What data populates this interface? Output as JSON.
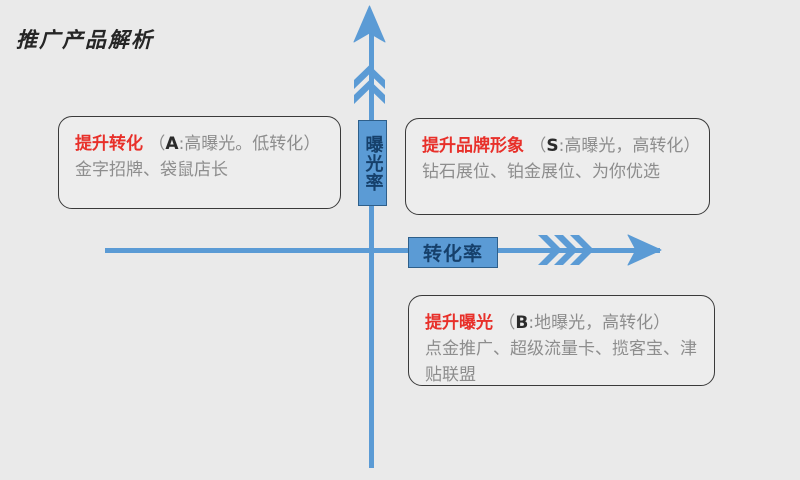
{
  "title": "推广产品解析",
  "axes": {
    "vertical": {
      "label": "曝光率",
      "icon": "up-arrow-icon",
      "color": "#5b9bd5"
    },
    "horizontal": {
      "label": "转化率",
      "icon": "right-arrow-icon",
      "color": "#5b9bd5"
    }
  },
  "colors": {
    "background": "#eaeaea",
    "accent_blue": "#5b9bd5",
    "accent_blue_dark": "#2e5f8a",
    "highlight_red": "#e8302a",
    "body_gray": "#8d8d8d",
    "box_border": "#3a3a3a"
  },
  "quadrants": [
    {
      "id": "A",
      "position": "top-left",
      "heading": "提升转化",
      "code": "A",
      "code_desc": ":高曝光。低转化",
      "paren_open": "（",
      "paren_close": "）",
      "products": "金字招牌、袋鼠店长"
    },
    {
      "id": "S",
      "position": "top-right",
      "heading": "提升品牌形象",
      "code": "S",
      "code_desc": ":高曝光，高转化",
      "paren_open": "（",
      "paren_close": "）",
      "products": "钻石展位、铂金展位、为你优选"
    },
    {
      "id": "B",
      "position": "bottom-right",
      "heading": "提升曝光",
      "code": "B",
      "code_desc": ":地曝光，高转化",
      "paren_open": "（",
      "paren_close": "）",
      "products": "点金推广、超级流量卡、揽客宝、津贴联盟"
    }
  ]
}
